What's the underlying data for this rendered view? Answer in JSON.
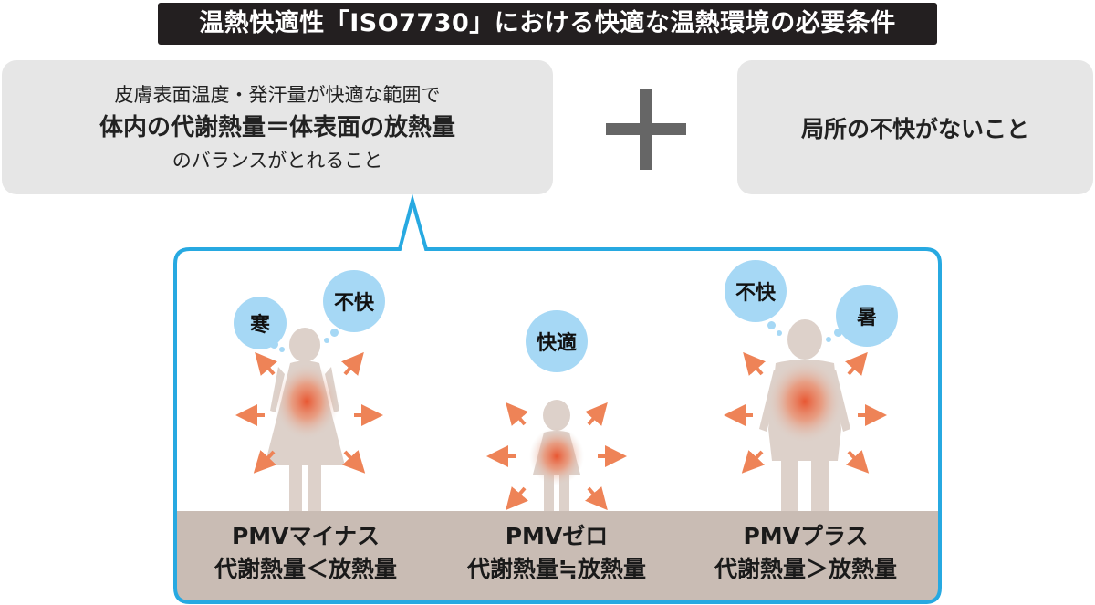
{
  "title": "温熱快適性「ISO7730」における快適な温熱環境の必要条件",
  "condition_left": {
    "line1": "皮膚表面温度・発汗量が快適な範囲で",
    "line2": "体内の代謝熱量＝体表面の放熱量",
    "line3": "のバランスがとれること"
  },
  "plus_symbol": "+",
  "condition_right": "局所の不快がないこと",
  "states": [
    {
      "thoughts": [
        "寒",
        "不快"
      ],
      "pmv_label": "PMVマイナス",
      "relation": "代謝熱量＜放熱量"
    },
    {
      "thoughts": [
        "快適"
      ],
      "pmv_label": "PMVゼロ",
      "relation": "代謝熱量≒放熱量"
    },
    {
      "thoughts": [
        "不快",
        "暑"
      ],
      "pmv_label": "PMVプラス",
      "relation": "代謝熱量＞放熱量"
    }
  ],
  "colors": {
    "title_bg": "#231f20",
    "box_bg": "#e6e6e6",
    "panel_border": "#27a9e1",
    "floor": "#c9bcb4",
    "body": "#ddd1ca",
    "heat_center": "#e8502a",
    "arrow": "#ee8357",
    "bubble": "#a6d8f5"
  }
}
